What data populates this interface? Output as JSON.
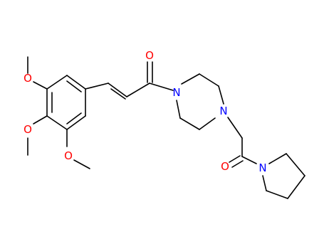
{
  "structure": {
    "atom_labels": {
      "o_methoxy_top": "O",
      "o_methoxy_mid": "O",
      "o_methoxy_bot": "O",
      "o_carbonyl_1": "O",
      "n_pip_1": "N",
      "n_pip_4": "N",
      "o_carbonyl_2": "O",
      "n_pyrrolidine": "N"
    },
    "colors": {
      "bond": "#000000",
      "oxygen": "#ff0000",
      "nitrogen": "#0000ff",
      "background": "#ffffff"
    }
  }
}
